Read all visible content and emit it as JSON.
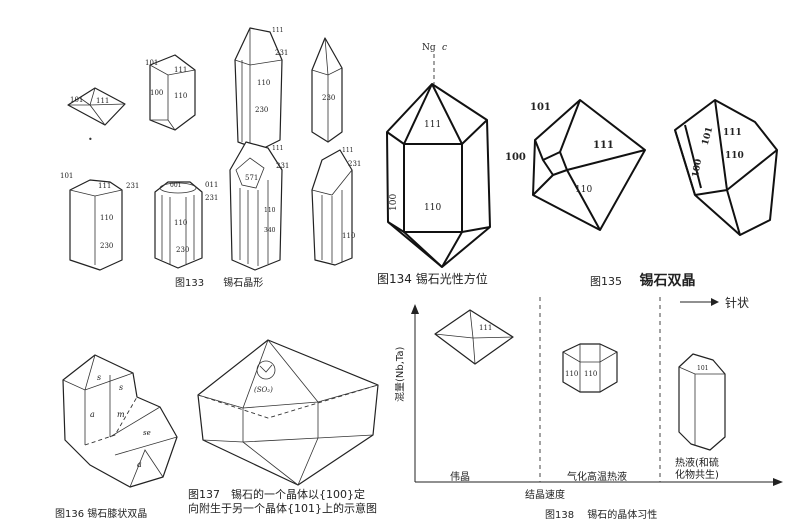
{
  "fig133": {
    "caption_num": "图133",
    "caption_text": "锡石晶形",
    "labels": {
      "a1_111": "111",
      "a1_101": "101",
      "b1_101": "101",
      "b1_111": "111",
      "b1_100": "100",
      "b1_110": "110",
      "c1_111": "111",
      "c1_231": "231",
      "c1_110": "110",
      "c1_230": "230",
      "d1_230": "230",
      "a2_101": "101",
      "a2_111": "111",
      "a2_231": "231",
      "a2_110": "110",
      "a2_230": "230",
      "b2_001": "001",
      "b2_011": "011",
      "b2_231": "231",
      "b2_110": "110",
      "b2_230": "230",
      "c2_111": "111",
      "c2_231": "231",
      "c2_571": "571",
      "c2_110": "110",
      "c2_340": "340",
      "d2_111": "111",
      "d2_231": "231",
      "d2_110": "110"
    }
  },
  "fig134": {
    "caption": "图134 锡石光性方位",
    "axis_top": "Ng",
    "axis_c": "c",
    "label_111": "111",
    "label_100": "100",
    "label_110": "110"
  },
  "fig135": {
    "caption_num": "图135",
    "caption_text": "锡石双晶",
    "labels_left": {
      "l101": "101",
      "l111": "111",
      "l100": "100",
      "l110": "110"
    },
    "labels_right": {
      "r101": "101",
      "r111": "111",
      "r100": "100",
      "r110": "110"
    }
  },
  "fig136": {
    "caption": "图136 锡石膝状双晶",
    "labels": {
      "s1": "s",
      "s2": "s",
      "m": "m",
      "a": "a",
      "se": "se",
      "a2": "a"
    }
  },
  "fig137": {
    "caption_line1": "图137　锡石的一个晶体以{100}定",
    "caption_line2": "向附生于另一个晶体{101}上的示意图",
    "inner_label": "(SO₂)"
  },
  "fig138": {
    "caption_num": "图138",
    "caption_text": "锡石的晶体习性",
    "arrow_label": "针状",
    "y_axis": "混量(Nb,Ta)",
    "x_axis": "结晶速度",
    "region1": "伟晶",
    "region2": "气化高温热液",
    "region3_line1": "热液(和硫",
    "region3_line2": "化物共生)",
    "l111": "111",
    "l110a": "110",
    "l110b": "110",
    "l101": "101"
  }
}
